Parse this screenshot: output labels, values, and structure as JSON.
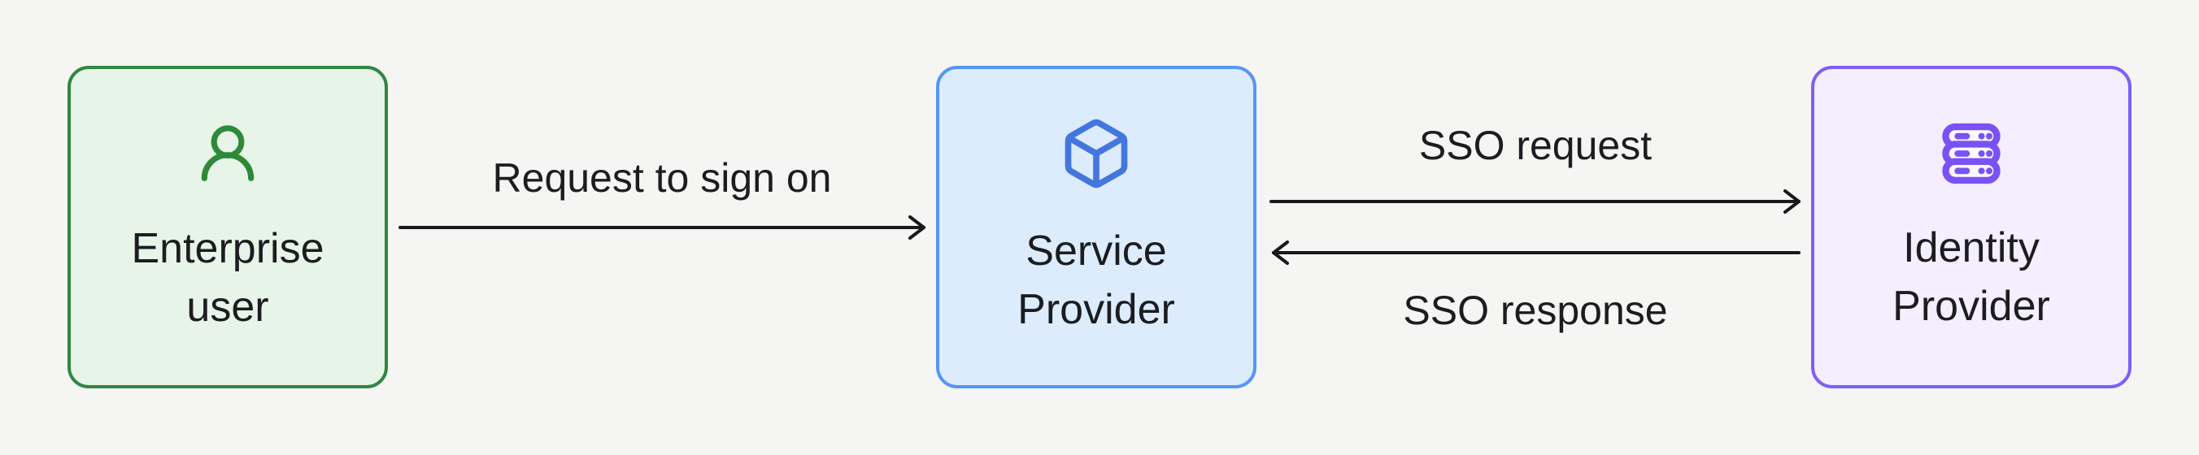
{
  "title": "SSO flow diagram",
  "colors": {
    "background": "#f5f5f3",
    "ink": "#1b1d21",
    "arrow": "#17191d",
    "green_border": "#318641",
    "green_fill": "#e7f4e8",
    "green_icon": "#2e8a39",
    "blue_border": "#5596f6",
    "blue_fill": "#dcecfd",
    "blue_icon": "#4377dd",
    "purple_border": "#7d5ff6",
    "purple_fill": "#f4eefe",
    "purple_icon": "#7a52f4",
    "purple_icon_inner": "#fbf9ff"
  },
  "nodes": [
    {
      "id": "enterprise-user",
      "label": "Enterprise user",
      "icon": "user-icon",
      "border": "#318641",
      "fill": "#e7f4e8",
      "icon_color": "#2e8a39"
    },
    {
      "id": "service-provider",
      "label": "Service Provider",
      "icon": "cube-icon",
      "border": "#5596f6",
      "fill": "#dcecfd",
      "icon_color": "#4377dd"
    },
    {
      "id": "identity-provider",
      "label": "Identity Provider",
      "icon": "server-icon",
      "border": "#7d5ff6",
      "fill": "#f4eefe",
      "icon_color": "#7a52f4",
      "icon_inner": "#fbf9ff"
    }
  ],
  "arrows": [
    {
      "id": "request-to-sign-on",
      "label": "Request to sign on",
      "from": "enterprise-user",
      "to": "service-provider",
      "direction": "right"
    },
    {
      "id": "sso-request",
      "label": "SSO request",
      "from": "service-provider",
      "to": "identity-provider",
      "direction": "right"
    },
    {
      "id": "sso-response",
      "label": "SSO response",
      "from": "identity-provider",
      "to": "service-provider",
      "direction": "left"
    }
  ]
}
